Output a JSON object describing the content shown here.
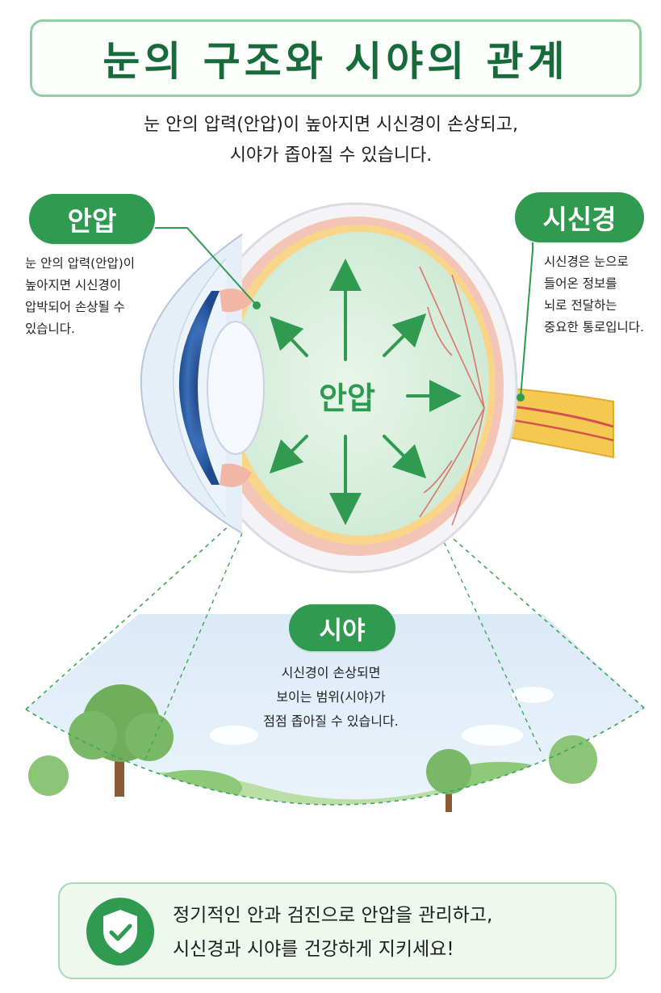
{
  "title": "눈의 구조와 시야의 관계",
  "subtitle": {
    "line1": "눈 안의 압력(안압)이 높아지면 시신경이 손상되고,",
    "line2": "시야가 좁아질 수 있습니다."
  },
  "iop": {
    "label": "안압",
    "lines": [
      "눈 안의 압력(안압)이",
      "높아지면 시신경이",
      "압박되어 손상될 수",
      "있습니다."
    ]
  },
  "center_label": "안압",
  "optic_nerve": {
    "label": "시신경",
    "lines": [
      "시신경은 눈으로",
      "들어온 정보를",
      "뇌로 전달하는",
      "중요한 통로입니다."
    ]
  },
  "visual_field": {
    "label": "시야",
    "lines": [
      "시신경이 손상되면",
      "보이는 범위(시야)가",
      "점점 좁아질 수 있습니다."
    ]
  },
  "footer": {
    "line1": "정기적인 안과 검진으로  안압을 관리하고,",
    "line2": "시신경과 시야를 건강하게 지키세요!",
    "icon": "shield-check-icon"
  },
  "colors": {
    "primary_green": "#2f9a50",
    "title_green": "#176b3a",
    "vitreous": "#d9f0de",
    "optic_nerve": "#f3c94f"
  }
}
